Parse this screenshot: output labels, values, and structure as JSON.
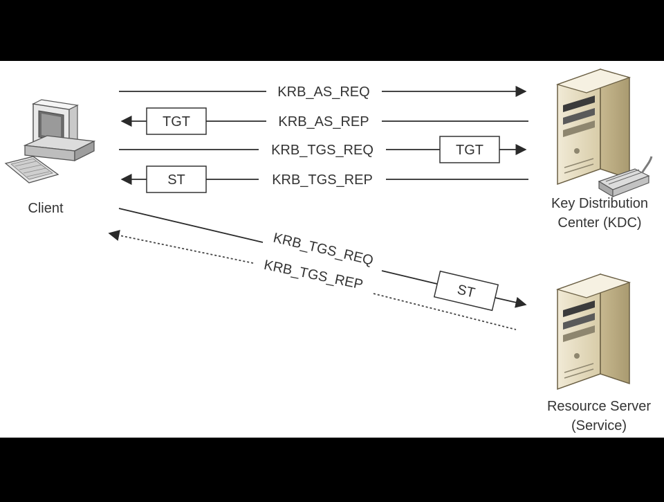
{
  "nodes": {
    "client": {
      "label": "Client",
      "icon": "desktop-computer-icon"
    },
    "kdc": {
      "label_line1": "Key Distribution",
      "label_line2": "Center (KDC)",
      "icon": "tower-server-icon"
    },
    "resource": {
      "label_line1": "Resource Server",
      "label_line2": "(Service)",
      "icon": "tower-server-icon"
    }
  },
  "messages": [
    {
      "label": "KRB_AS_REQ",
      "from": "client",
      "to": "kdc",
      "token": ""
    },
    {
      "label": "KRB_AS_REP",
      "from": "kdc",
      "to": "client",
      "token": "TGT"
    },
    {
      "label": "KRB_TGS_REQ",
      "from": "client",
      "to": "kdc",
      "token": "TGT"
    },
    {
      "label": "KRB_TGS_REP",
      "from": "kdc",
      "to": "client",
      "token": "ST"
    },
    {
      "label": "KRB_TGS_REQ",
      "from": "client",
      "to": "resource",
      "token": "ST"
    },
    {
      "label": "KRB_TGS_REP",
      "from": "resource",
      "to": "client",
      "token": ""
    }
  ],
  "colors": {
    "background": "#ffffff",
    "letterbox": "#000000",
    "line": "#2a2a2a",
    "server_body": "#e3d9bd",
    "server_shade": "#bfb089",
    "text": "#333333"
  }
}
